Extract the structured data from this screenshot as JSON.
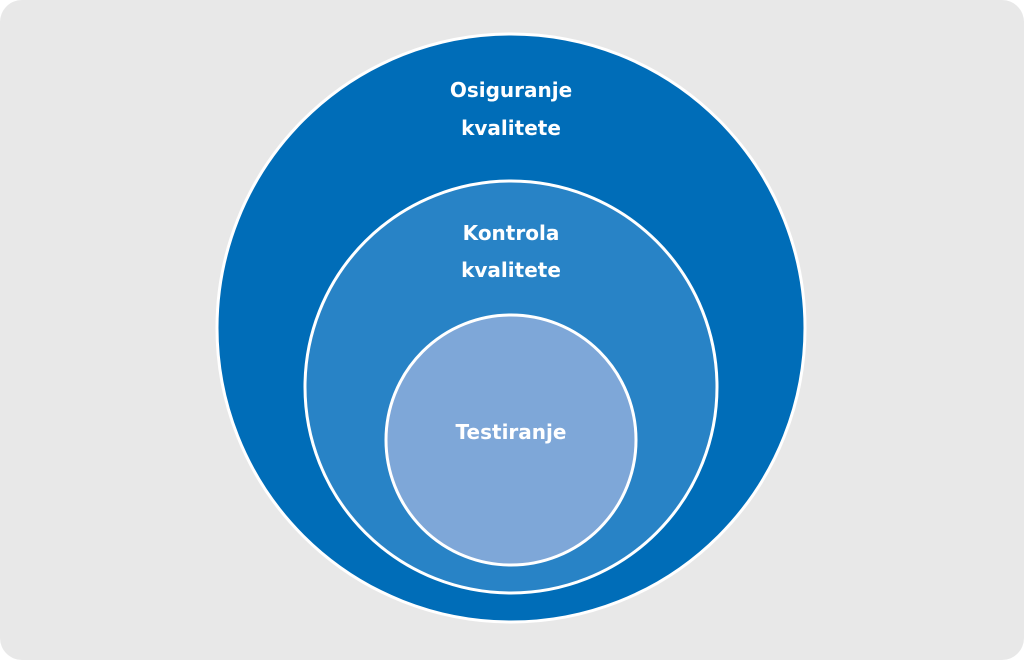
{
  "diagram": {
    "outer": {
      "line1": "Osiguranje",
      "line2": "kvalitete",
      "color": "#006db8"
    },
    "middle": {
      "line1": "Kontrola",
      "line2": "kvalitete",
      "color": "#2883c6"
    },
    "inner": {
      "label": "Testiranje",
      "color": "#7ea7d8"
    },
    "stroke_color": "#ffffff"
  }
}
